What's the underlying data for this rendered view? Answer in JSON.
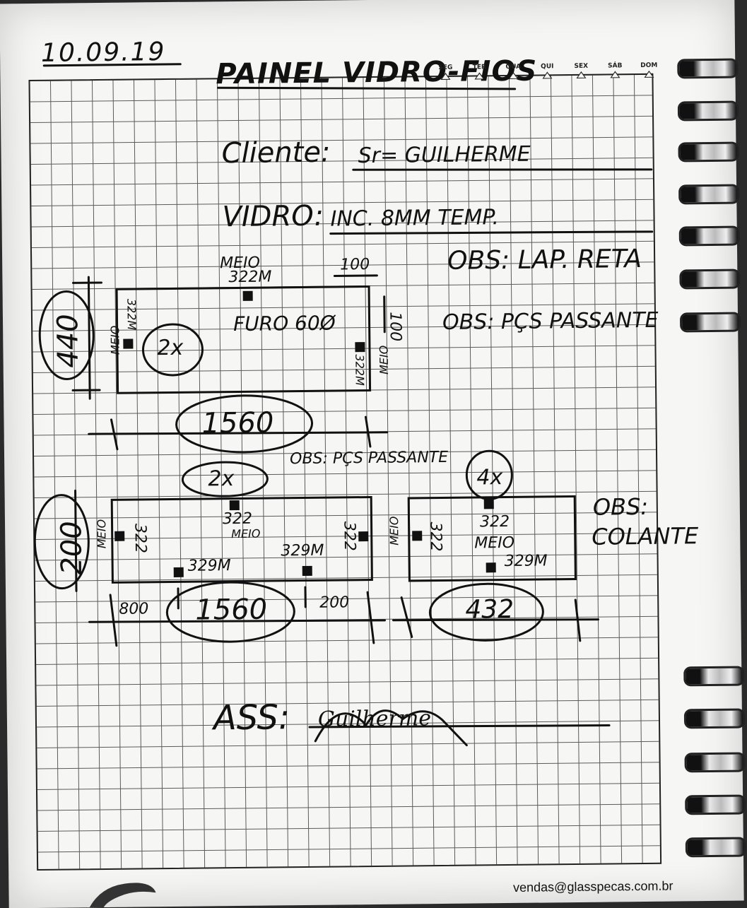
{
  "header": {
    "date": "10.09.19",
    "title": "PAINEL VIDRO-FIOS",
    "weekdays": [
      "SEG",
      "TER",
      "QUA",
      "QUI",
      "SEX",
      "SÁB",
      "DOM"
    ]
  },
  "fields": {
    "client_label": "Cliente:",
    "client_value": "Sr= GUILHERME",
    "glass_label": "VIDRO:",
    "glass_value": "INC. 8MM TEMP."
  },
  "notes": {
    "obs1": "OBS: LAP. RETA",
    "obs2": "OBS: PÇS PASSANTE",
    "obs3": "OBS: PÇS PASSANTE",
    "obs4_line1": "OBS:",
    "obs4_line2": "COLANTE"
  },
  "panel1": {
    "quantity": "2x",
    "height": "440",
    "width": "1560",
    "top_label_1": "MEIO",
    "top_label_2": "322M",
    "left_label_1": "MEIO",
    "left_label_2": "322M",
    "right_label_1": "MEIO",
    "right_label_2": "322M",
    "offset_top": "100",
    "offset_right": "100",
    "hole": "FURO 60Ø"
  },
  "panel2": {
    "quantity": "2x",
    "height": "200",
    "width": "1560",
    "left_label_1": "MEIO",
    "left_label_2": "322",
    "center_label_1": "322",
    "center_label_2": "MEIO",
    "right_label": "322",
    "bottom_left": "329M",
    "bottom_right": "329M",
    "offset_left": "800",
    "offset_right": "200"
  },
  "panel3": {
    "quantity": "4x",
    "width": "432",
    "left_label_1": "MEIO",
    "left_label_2": "322",
    "center_label_1": "322",
    "center_label_2": "MEIO",
    "bottom_label": "329M"
  },
  "signature": {
    "label": "ASS:",
    "signed_name": "Guilherme"
  },
  "footer": {
    "email": "vendas@glasspecas.com.br"
  }
}
